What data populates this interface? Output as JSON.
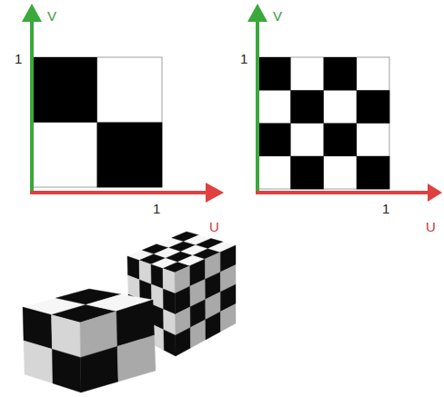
{
  "diagram": {
    "labels": [
      "V",
      "1",
      "1",
      "U",
      "V",
      "1",
      "1",
      "U"
    ]
  }
}
